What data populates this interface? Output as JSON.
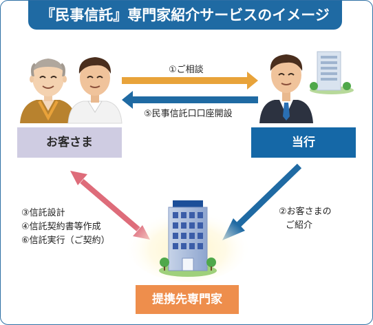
{
  "title": "『民事信託』専門家紹介サービスのイメージ",
  "nodes": {
    "customer": "お客さま",
    "bank": "当行",
    "partner": "提携先専門家"
  },
  "flows": {
    "consultation": "①ご相談",
    "account_opening": "⑤民事信託口口座開設",
    "introduction": [
      "②お客さまの",
      "ご紹介"
    ],
    "partner_tasks": [
      "③信託設計",
      "④信託契約書等作成",
      "⑥信託実行（ご契約）"
    ]
  },
  "colors": {
    "frame": "#2d6fa4",
    "title_bg": "#1f6aa3",
    "arrow_consult": "#e8a33a",
    "arrow_open": "#1f6aa3",
    "arrow_partner_customer": "#de6c7a",
    "arrow_bank_partner": "#1f6aa3",
    "box_customer": "#cfcce2",
    "box_bank": "#1568a7",
    "box_partner": "#ee8e4c"
  },
  "icons": [
    "elderly-man-icon",
    "younger-man-icon",
    "banker-icon",
    "small-building-icon",
    "office-building-icon"
  ]
}
